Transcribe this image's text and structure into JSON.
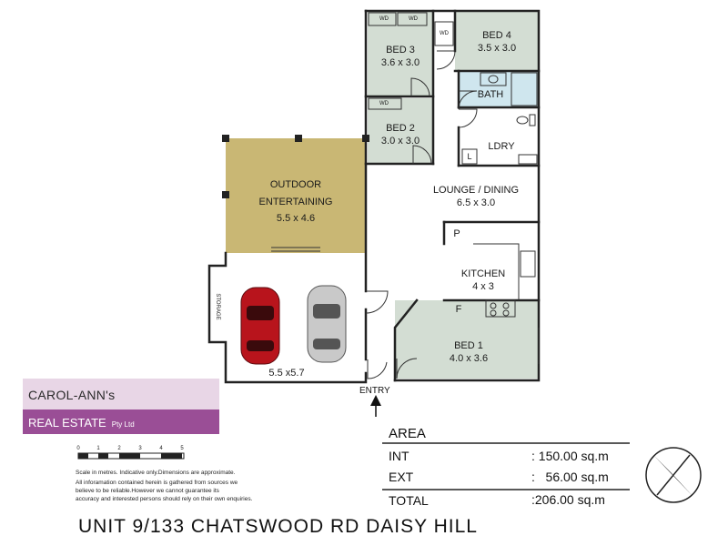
{
  "rooms": {
    "bed3": {
      "name": "BED 3",
      "dims": "3.6 x 3.0"
    },
    "bed4": {
      "name": "BED 4",
      "dims": "3.5 x 3.0"
    },
    "bed2": {
      "name": "BED 2",
      "dims": "3.0 x 3.0"
    },
    "bath": {
      "name": "BATH"
    },
    "ldry": {
      "name": "LDRY"
    },
    "outdoor": {
      "name1": "OUTDOOR",
      "name2": "ENTERTAINING",
      "dims": "5.5 x 4.6"
    },
    "lounge": {
      "name": "LOUNGE / DINING",
      "dims": "6.5 x 3.0"
    },
    "kitchen": {
      "name": "KITCHEN",
      "dims": "4 x 3"
    },
    "garage": {
      "dims": "5.5 x5.7",
      "storage": "STORAGE"
    },
    "bed1": {
      "name": "BED 1",
      "dims": "4.0 x 3.6"
    }
  },
  "fixtures": {
    "wd": "WD",
    "pantry": "P",
    "fridge": "F",
    "linen": "L"
  },
  "entry_label": "ENTRY",
  "brand": {
    "line1": "CAROL-ANN's",
    "line2": "REAL ESTATE",
    "pty": "Pty Ltd"
  },
  "scale": {
    "ticks": [
      "0",
      "1",
      "2",
      "3",
      "4",
      "5"
    ]
  },
  "disclaimer": {
    "line1": "Scale in metres. Indicative only.Dimensions are approximate.",
    "line2": "All inforamation contained herein is gathered from sources we",
    "line3": "believe to be reliable.However we cannot guarantee its",
    "line4": "accuracy and interested persons should rely on their own enquiries."
  },
  "area": {
    "title": "AREA",
    "int_label": "INT",
    "int_value": ": 150.00 sq.m",
    "ext_label": "EXT",
    "ext_value": ":   56.00 sq.m",
    "total_label": "TOTAL",
    "total_value": ":206.00 sq.m"
  },
  "address": "UNIT 9/133 CHATSWOOD RD DAISY HILL",
  "colors": {
    "outdoor": "#c9b774",
    "rooms": "#d3ddd3",
    "bath": "#cfe6ee",
    "brand_light": "#e8d6e6",
    "brand_dark": "#9a4e96"
  }
}
